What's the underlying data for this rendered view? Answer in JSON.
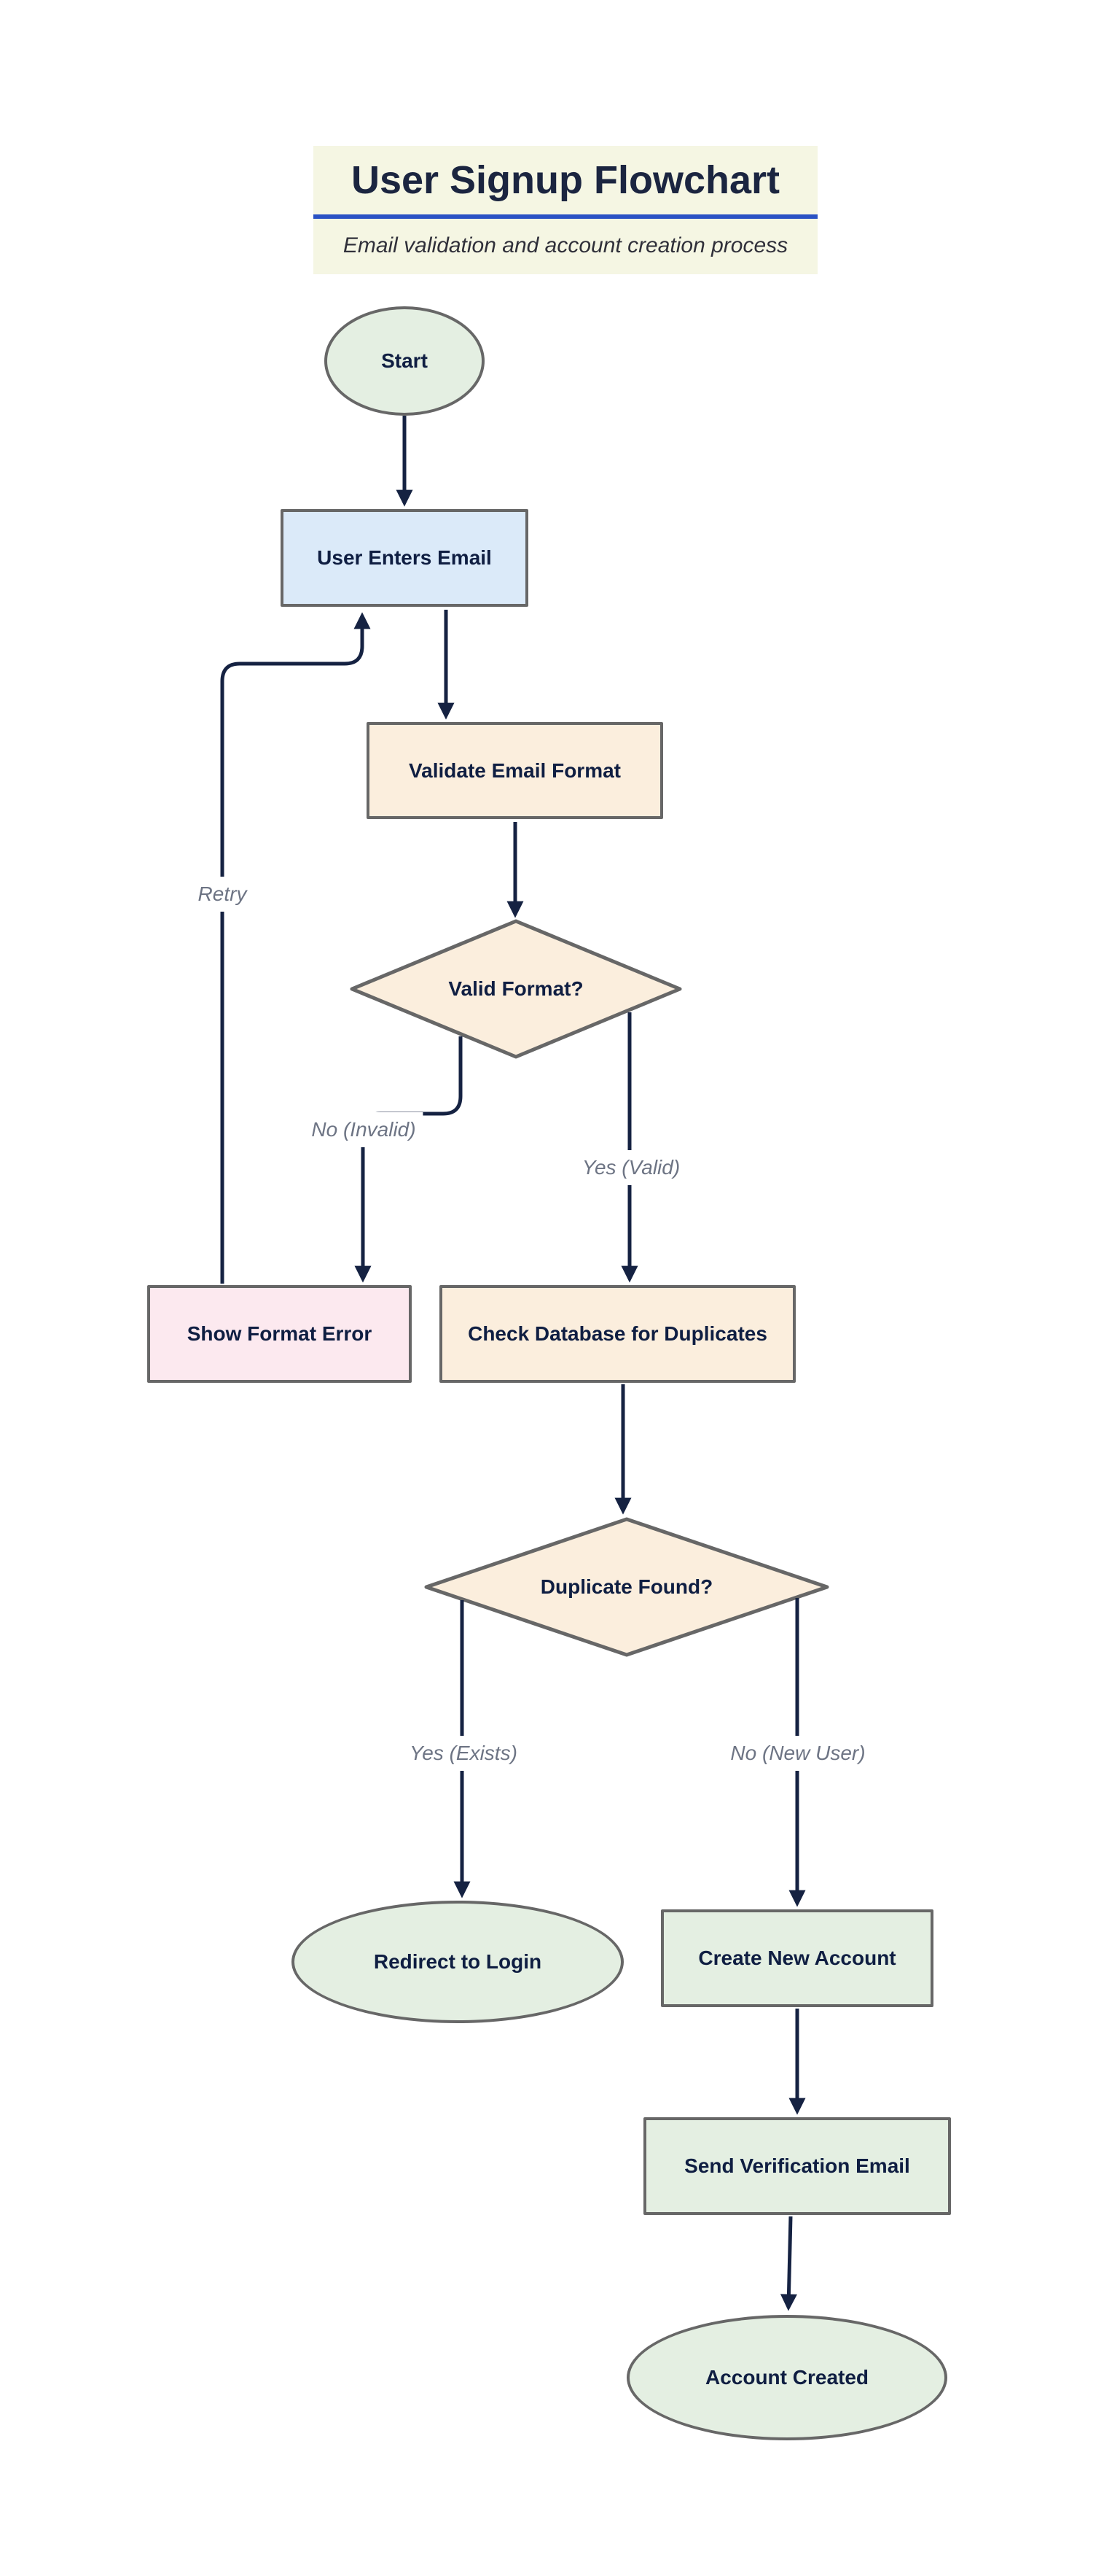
{
  "header": {
    "title": "User Signup Flowchart",
    "subtitle": "Email validation and account creation process"
  },
  "colors": {
    "header_bg": "#f5f6e3",
    "divider": "#2a52c4",
    "title_text": "#1b2540",
    "subtitle_text": "#30303a",
    "node_border": "#676767",
    "node_text": "#0f1e42",
    "arrow": "#152242",
    "edge_label": "#6d7484",
    "fill_green": "#e4efe2",
    "fill_blue": "#dbeaf9",
    "fill_peach": "#fbeedd",
    "fill_pink": "#fce9ef"
  },
  "nodes": {
    "start": {
      "label": "Start",
      "shape": "ellipse",
      "fill": "#e4efe2"
    },
    "user_enters_email": {
      "label": "User Enters Email",
      "shape": "rect",
      "fill": "#dbeaf9"
    },
    "validate_email_format": {
      "label": "Validate Email Format",
      "shape": "rect",
      "fill": "#fbeedd"
    },
    "valid_format": {
      "label": "Valid Format?",
      "shape": "diamond",
      "fill": "#fbeedd"
    },
    "show_format_error": {
      "label": "Show Format Error",
      "shape": "rect",
      "fill": "#fce9ef"
    },
    "check_database": {
      "label": "Check Database for Duplicates",
      "shape": "rect",
      "fill": "#fbeedd"
    },
    "duplicate_found": {
      "label": "Duplicate Found?",
      "shape": "diamond",
      "fill": "#fbeedd"
    },
    "redirect_to_login": {
      "label": "Redirect to Login",
      "shape": "ellipse",
      "fill": "#e4efe2"
    },
    "create_new_account": {
      "label": "Create New Account",
      "shape": "rect",
      "fill": "#e4efe2"
    },
    "send_verification_email": {
      "label": "Send Verification Email",
      "shape": "rect",
      "fill": "#e4efe2"
    },
    "account_created": {
      "label": "Account Created",
      "shape": "ellipse",
      "fill": "#e4efe2"
    }
  },
  "edges": [
    {
      "from": "start",
      "to": "user_enters_email",
      "label": ""
    },
    {
      "from": "user_enters_email",
      "to": "validate_email_format",
      "label": ""
    },
    {
      "from": "validate_email_format",
      "to": "valid_format",
      "label": ""
    },
    {
      "from": "valid_format",
      "to": "show_format_error",
      "label": "No (Invalid)"
    },
    {
      "from": "valid_format",
      "to": "check_database",
      "label": "Yes (Valid)"
    },
    {
      "from": "show_format_error",
      "to": "user_enters_email",
      "label": "Retry"
    },
    {
      "from": "check_database",
      "to": "duplicate_found",
      "label": ""
    },
    {
      "from": "duplicate_found",
      "to": "redirect_to_login",
      "label": "Yes (Exists)"
    },
    {
      "from": "duplicate_found",
      "to": "create_new_account",
      "label": "No (New User)"
    },
    {
      "from": "create_new_account",
      "to": "send_verification_email",
      "label": ""
    },
    {
      "from": "send_verification_email",
      "to": "account_created",
      "label": ""
    }
  ]
}
